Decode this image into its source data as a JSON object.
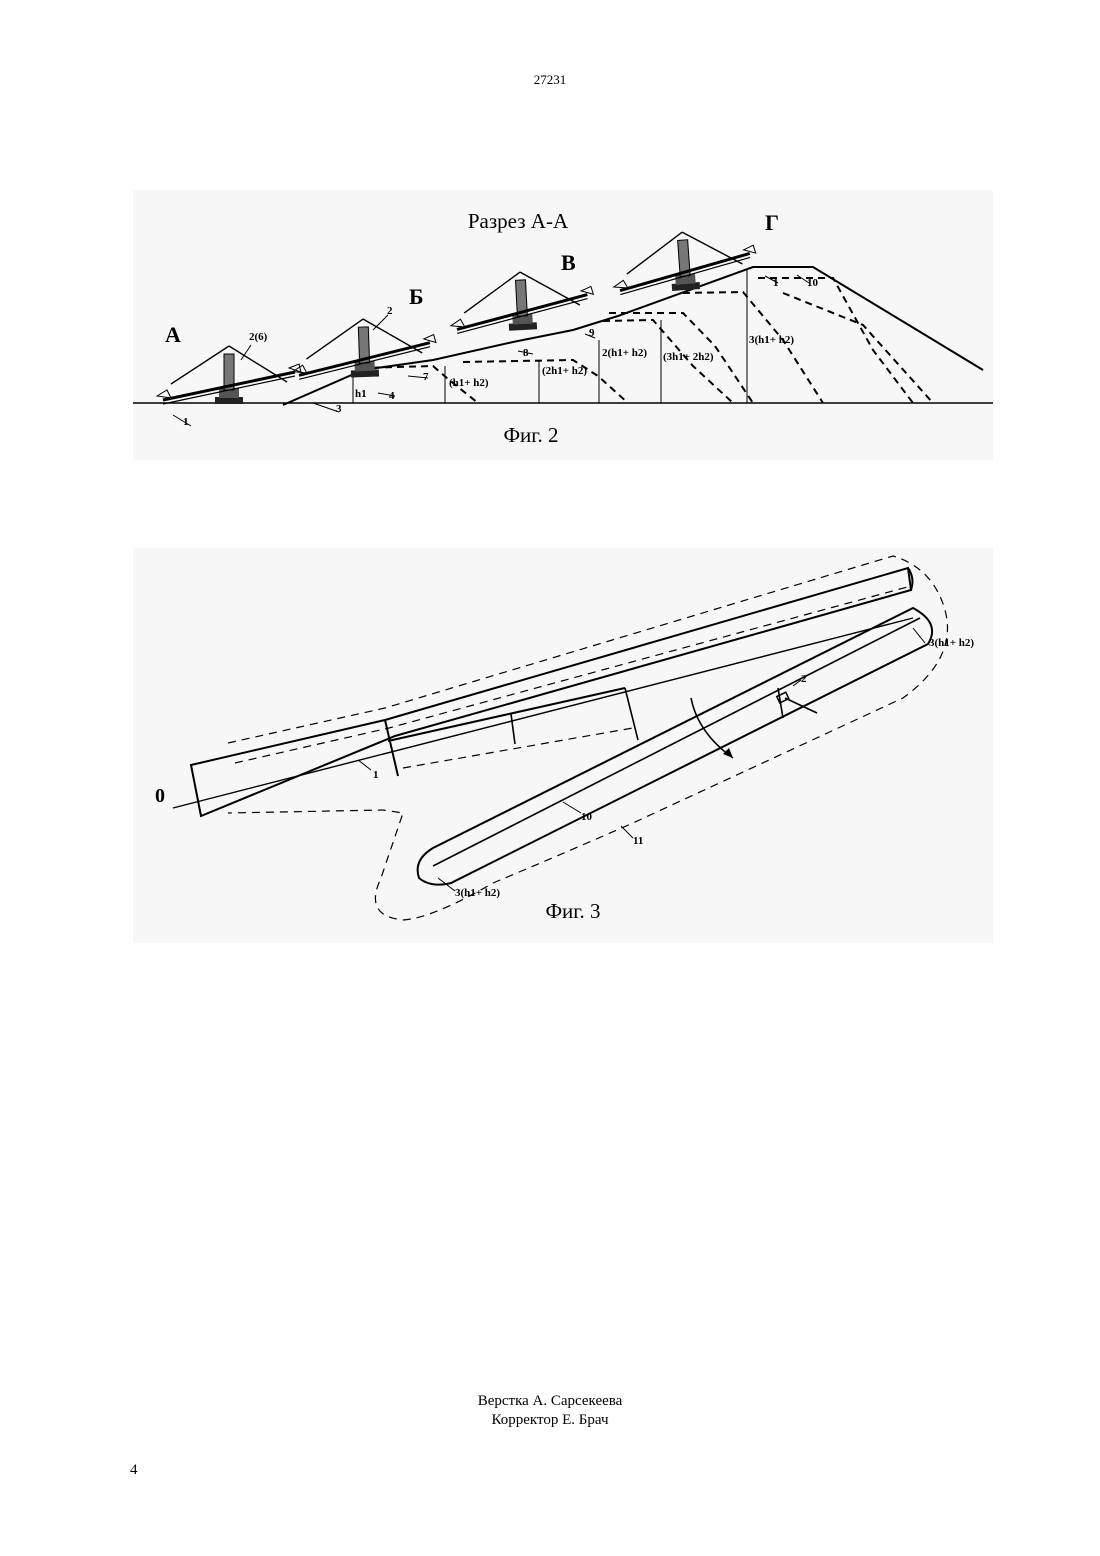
{
  "header": {
    "patent_number": "27231"
  },
  "figure2": {
    "section_title": "Разрез А-А",
    "caption": "Фиг. 2",
    "position_letters": [
      "А",
      "Б",
      "В",
      "Г"
    ],
    "callouts": {
      "c1a": "1",
      "c1b": "1",
      "c2a": "2(6)",
      "c2b": "2",
      "c3": "3",
      "c4": "4",
      "c7": "7",
      "c8": "8",
      "c9": "9",
      "c10": "10",
      "h1": "h1",
      "d1": "(h1+ h2)",
      "d2": "(2h1+ h2)",
      "d3": "2(h1+ h2)",
      "d4": "(3h1+ 2h2)",
      "d5": "3(h1+ h2)"
    }
  },
  "figure3": {
    "caption": "Фиг. 3",
    "axis_label": "0",
    "callouts": {
      "c1": "1",
      "c2": "2",
      "c10": "10",
      "c11": "11",
      "top": "3(h1+ h2)",
      "bottom": "3(h1+ h2)"
    }
  },
  "footer": {
    "layout_credit": "Верстка А. Сарсекеева",
    "proof_credit": "Корректор Е. Брач",
    "page_number": "4"
  }
}
